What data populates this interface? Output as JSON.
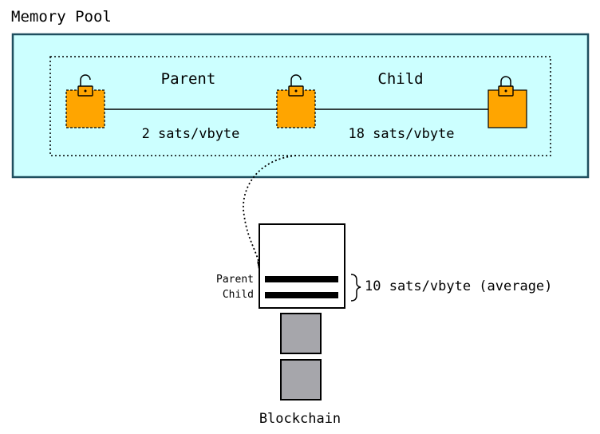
{
  "mempool": {
    "title": "Memory Pool",
    "label_parent": "Parent",
    "label_child": "Child",
    "rate_parent": "2 sats/vbyte",
    "rate_child": "18 sats/vbyte"
  },
  "block": {
    "row_parent": "Parent",
    "row_child": "Child",
    "rate_average": "10 sats/vbyte (average)"
  },
  "blockchain": {
    "label": "Blockchain"
  },
  "colors": {
    "pool_fill": "#ccffff",
    "pool_border": "#1f4f5f",
    "tx_fill": "#ffa500",
    "chain_block_fill": "#a6a6ab"
  }
}
